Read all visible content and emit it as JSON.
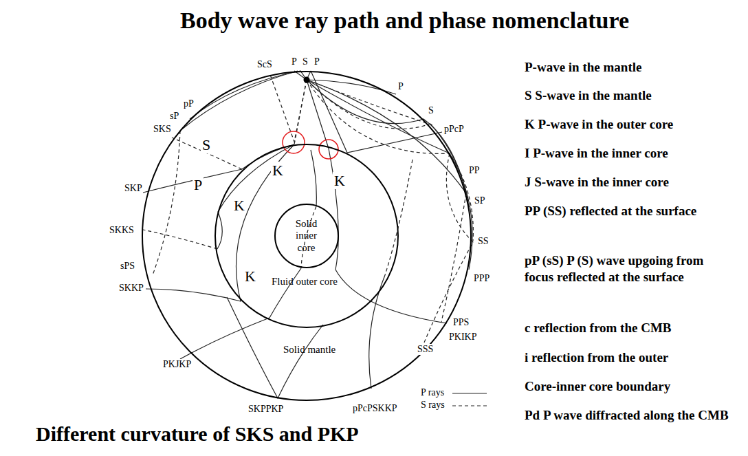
{
  "diagram": {
    "title": "Body wave ray path and phase nomenclature",
    "caption": "Different curvature of SKS and PKP",
    "nodes": [
      {
        "text": [
          "Solid mantle"
        ]
      },
      {
        "text": [
          "Fluid outer core"
        ],
        "in": 0
      },
      {
        "text": [
          "Solid inner core"
        ],
        "in": 1
      }
    ],
    "labels": [
      "ScS",
      "P",
      "S",
      "P",
      "P",
      "S",
      "pPcP",
      "PP",
      "SP",
      "SS",
      "PPP",
      "PPS",
      "PKIKP",
      "SSS",
      "pPcPSKKP",
      "SKPPKP",
      "PKJKP",
      "SKKP",
      "sPS",
      "SKKS",
      "SKP",
      "SKS",
      "sP",
      "pP",
      "S",
      "P",
      "K",
      "K",
      "K",
      "K",
      "P-wave in the mantle",
      "S S-wave in the mantle",
      "K P-wave in the outer core",
      "I P-wave in the inner core",
      "J S-wave in the inner core",
      "PP (SS) reflected at the surface",
      "pP (sS) P (S) wave upgoing from focus reflected at the surface",
      "c reflection from the CMB",
      "i reflection from the outer",
      "Core-inner core boundary",
      "Pd P wave diffracted along the CMB"
    ],
    "legend": [
      {
        "text": "P rays"
      },
      {
        "text": "S rays"
      }
    ]
  }
}
